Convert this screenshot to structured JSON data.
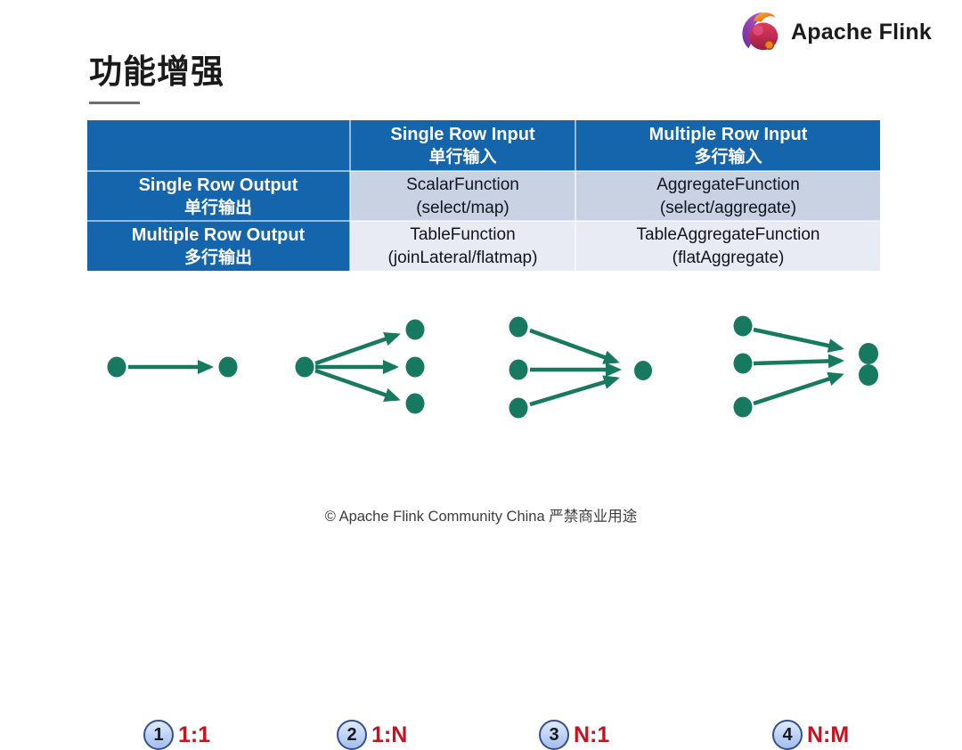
{
  "header": {
    "logo_text": "Apache Flink",
    "title": "功能增强"
  },
  "table": {
    "col_headers": [
      {
        "en": "Single Row Input",
        "zh": "单行输入"
      },
      {
        "en": "Multiple Row Input",
        "zh": "多行输入"
      }
    ],
    "rows": [
      {
        "header": {
          "en": "Single Row Output",
          "zh": "单行输出"
        },
        "cells": [
          {
            "name": "ScalarFunction",
            "detail": "(select/map)"
          },
          {
            "name": "AggregateFunction",
            "detail": "(select/aggregate)"
          }
        ]
      },
      {
        "header": {
          "en": "Multiple Row Output",
          "zh": "多行输出"
        },
        "cells": [
          {
            "name": "TableFunction",
            "detail": "(joinLateral/flatmap)"
          },
          {
            "name": "TableAggregateFunction",
            "detail": "(flatAggregate)"
          }
        ]
      }
    ]
  },
  "diagrams": [
    {
      "number": "1",
      "label": "1:1",
      "inputs": 1,
      "outputs": 1
    },
    {
      "number": "2",
      "label": "1:N",
      "inputs": 1,
      "outputs": 3
    },
    {
      "number": "3",
      "label": "N:1",
      "inputs": 3,
      "outputs": 1
    },
    {
      "number": "4",
      "label": "N:M",
      "inputs": 3,
      "outputs": 2
    }
  ],
  "colors": {
    "table_header_bg": "#1565ac",
    "table_row1_bg": "#c9d2e3",
    "table_row2_bg": "#e8ebf4",
    "diagram_dot": "#177a60",
    "ratio_label_red": "#c9121f",
    "badge_fill": "#bcd2f4",
    "badge_border": "#34508d"
  },
  "footer": {
    "text": "© Apache Flink Community China  严禁商业用途"
  }
}
